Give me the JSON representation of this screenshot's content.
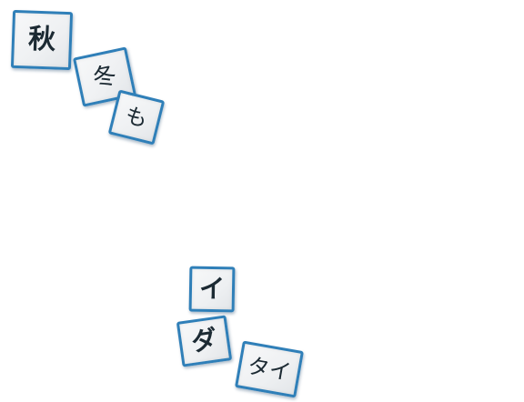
{
  "tiles": [
    {
      "id": "aki",
      "text": "秋"
    },
    {
      "id": "fuyu",
      "text": "冬"
    },
    {
      "id": "mo",
      "text": "も"
    },
    {
      "id": "i",
      "text": "イ"
    },
    {
      "id": "da",
      "text": "ダ"
    },
    {
      "id": "tai",
      "text": "タイ"
    }
  ],
  "colors": {
    "tile_border": "#2f7fb8",
    "tile_face": "#eef0f2",
    "ink": "#1c2a33",
    "background": "#ffffff"
  }
}
